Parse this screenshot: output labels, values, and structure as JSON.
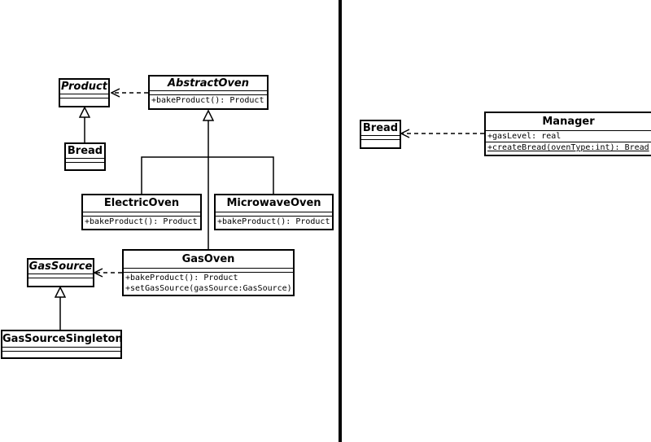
{
  "classes": {
    "product": {
      "name": "Product",
      "abstract": true
    },
    "abstract_oven": {
      "name": "AbstractOven",
      "abstract": true,
      "operations": [
        "+bakeProduct(): Product"
      ]
    },
    "bread_left": {
      "name": "Bread"
    },
    "electric_oven": {
      "name": "ElectricOven",
      "operations": [
        "+bakeProduct(): Product"
      ]
    },
    "microwave_oven": {
      "name": "MicrowaveOven",
      "operations": [
        "+bakeProduct(): Product"
      ]
    },
    "gas_source": {
      "name": "GasSource",
      "abstract": true
    },
    "gas_oven": {
      "name": "GasOven",
      "operations": [
        "+bakeProduct(): Product",
        "+setGasSource(gasSource:GasSource)"
      ]
    },
    "gas_source_singleton": {
      "name": "GasSourceSingleton"
    },
    "bread_right": {
      "name": "Bread"
    },
    "manager": {
      "name": "Manager",
      "attributes": [
        "+gasLevel: real"
      ],
      "operations": [
        "+createBread(ovenType:int): Bread"
      ],
      "static_operations": [
        true
      ]
    }
  },
  "relations": [
    {
      "type": "dependency",
      "from": "AbstractOven",
      "to": "Product"
    },
    {
      "type": "generalization",
      "from": "Bread",
      "to": "Product"
    },
    {
      "type": "generalization",
      "from": "ElectricOven",
      "to": "AbstractOven"
    },
    {
      "type": "generalization",
      "from": "MicrowaveOven",
      "to": "AbstractOven"
    },
    {
      "type": "generalization",
      "from": "GasOven",
      "to": "AbstractOven"
    },
    {
      "type": "dependency",
      "from": "GasOven",
      "to": "GasSource"
    },
    {
      "type": "generalization",
      "from": "GasSourceSingleton",
      "to": "GasSource"
    },
    {
      "type": "dependency",
      "from": "Manager",
      "to": "Bread"
    }
  ],
  "colors": {
    "stroke": "#000000",
    "background": "#ffffff"
  }
}
